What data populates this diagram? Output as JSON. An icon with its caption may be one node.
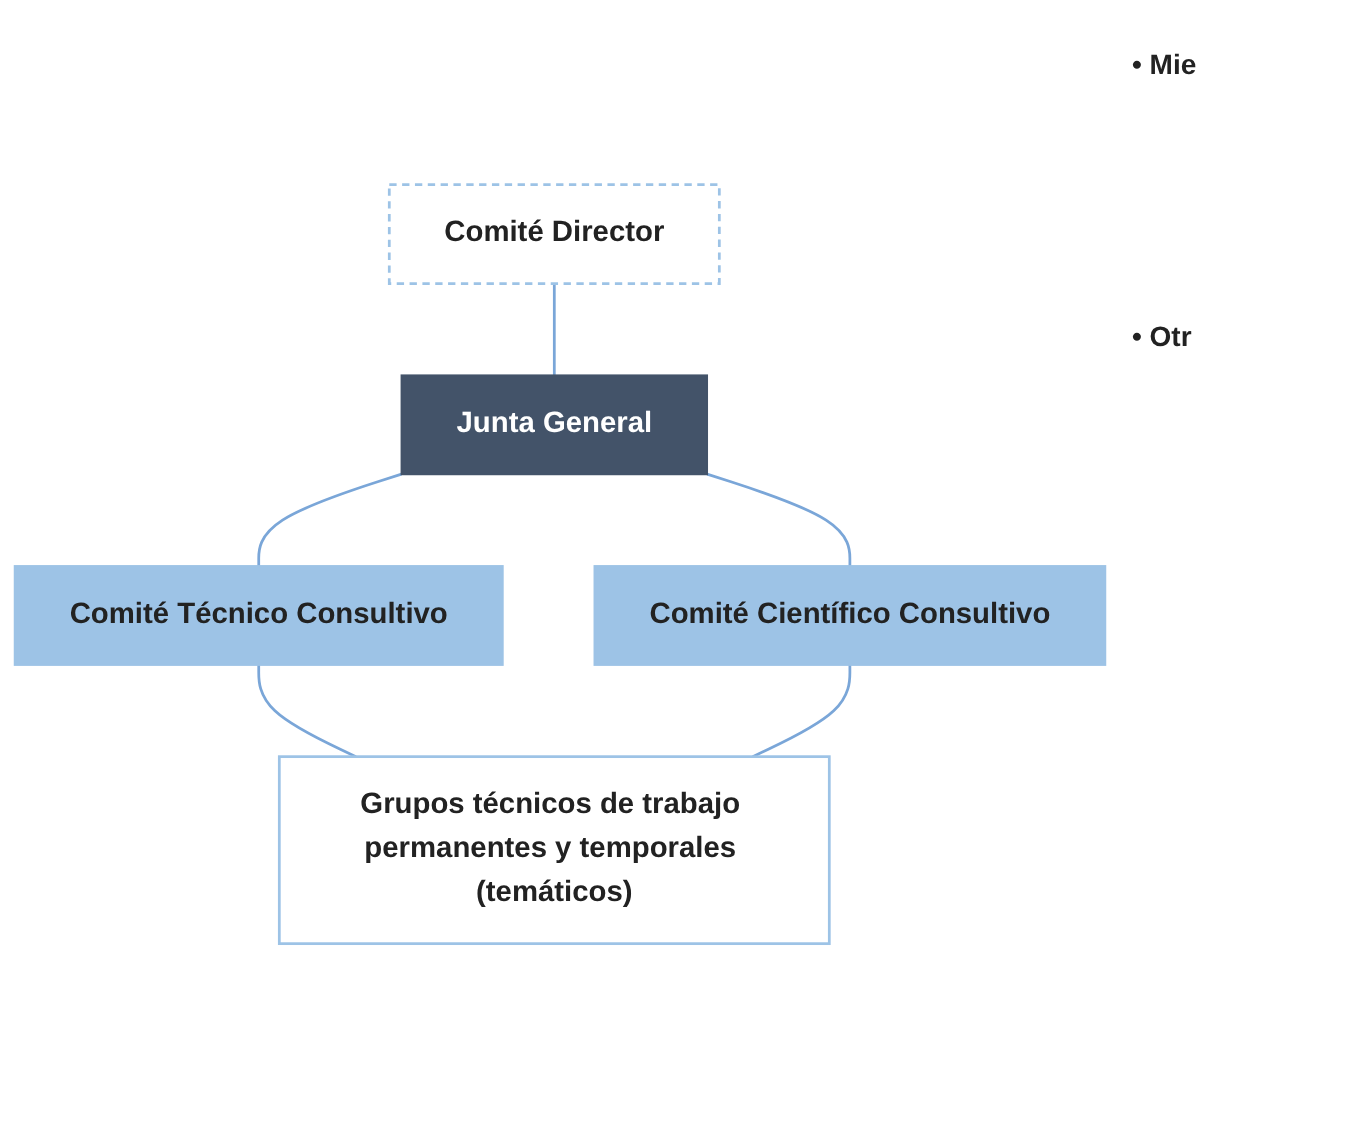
{
  "diagram": {
    "nodes": [
      {
        "text": [
          "Comité Director"
        ]
      },
      {
        "text": [
          "Junta General"
        ]
      },
      {
        "text": [
          "Comité Técnico Consultivo"
        ]
      },
      {
        "text": [
          "Comité Científico Consultivo"
        ]
      },
      {
        "text": [
          "Grupos técnicos de trabajo permanentes y temporales (temáticos)"
        ]
      }
    ],
    "edges": [
      {
        "from": 0,
        "to": 1,
        "arrow": "none"
      },
      {
        "from": 1,
        "to": 2,
        "arrow": "none"
      },
      {
        "from": 1,
        "to": 3,
        "arrow": "none"
      },
      {
        "from": 2,
        "to": 4,
        "arrow": "none"
      },
      {
        "from": 3,
        "to": 4,
        "arrow": "none"
      }
    ],
    "labels": [
      "• Mie",
      "• Otr"
    ]
  }
}
